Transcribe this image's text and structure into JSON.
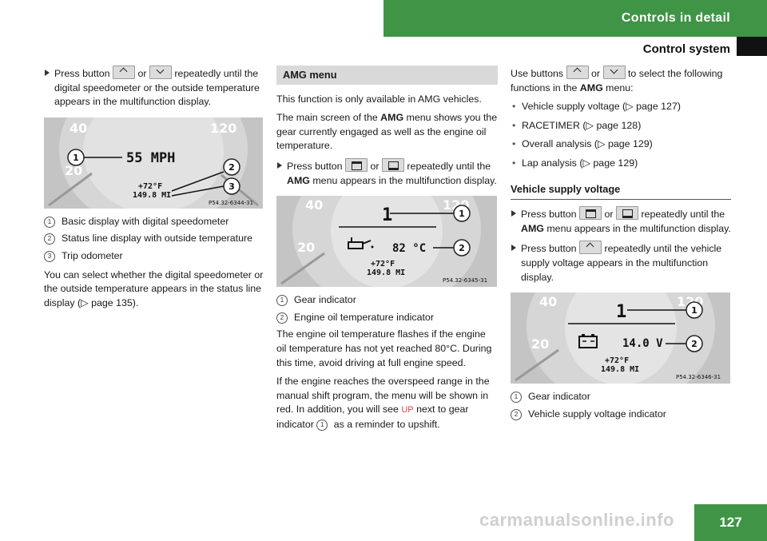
{
  "header": {
    "section": "Controls in detail",
    "subsection": "Control system"
  },
  "page_number": "127",
  "watermark": "carmanualsonline.info",
  "col1": {
    "step1_pre": "Press button",
    "or": "or",
    "step1_post": "repeatedly until the digital speedometer or the outside temperature appears in the multifunction display.",
    "figure": {
      "speed": "55 MPH",
      "temp": "+72°F",
      "odo": "149.8 MI",
      "code": "P54.32-6344-31",
      "dial_40": "40",
      "dial_20": "20",
      "dial_120": "120",
      "callout1": "1",
      "callout2": "2",
      "callout3": "3"
    },
    "legend": [
      {
        "n": "1",
        "text": "Basic display with digital speedometer"
      },
      {
        "n": "2",
        "text": "Status line display with outside temperature"
      },
      {
        "n": "3",
        "text": "Trip odometer"
      }
    ],
    "para": "You can select whether the digital speedometer or the outside temperature appears in the status line display (▷ page 135)."
  },
  "col2": {
    "section_title": "AMG menu",
    "p1": "This function is only available in AMG vehicles.",
    "p2_a": "The main screen of the ",
    "amg": "AMG",
    "p2_b": " menu shows you the gear currently engaged as well as the engine oil temperature.",
    "step_pre": "Press button",
    "or": "or",
    "step_mid": "repeatedly until the ",
    "step_post": " menu appears in the multifunction display.",
    "figure": {
      "gear": "1",
      "oil": "82 °C",
      "temp": "+72°F",
      "odo": "149.8 MI",
      "code": "P54.32-6345-31",
      "dial_40": "40",
      "dial_20": "20",
      "dial_120": "120",
      "callout1": "1",
      "callout2": "2"
    },
    "legend": [
      {
        "n": "1",
        "text": "Gear indicator"
      },
      {
        "n": "2",
        "text": "Engine oil temperature indicator"
      }
    ],
    "p3": "The engine oil temperature flashes if the engine oil temperature has not yet reached 80°C. During this time, avoid driving at full engine speed.",
    "p4_a": "If the engine reaches the overspeed range in the manual shift program, the menu will be shown in red. In addition, you will see ",
    "up": "UP",
    "p4_b": " next to gear indicator ",
    "p4_n": "1",
    "p4_c": " as a reminder to upshift."
  },
  "col3": {
    "intro_a": "Use buttons",
    "or": "or",
    "intro_b": "to select the following functions in the ",
    "amg": "AMG",
    "intro_c": " menu:",
    "bullets": [
      "Vehicle supply voltage (▷ page 127)",
      "RACETIMER (▷ page 128)",
      "Overall analysis (▷ page 129)",
      "Lap analysis (▷ page 129)"
    ],
    "subhead": "Vehicle supply voltage",
    "step1_pre": "Press button",
    "step1_mid": "repeatedly until the ",
    "step1_post": " menu appears in the multifunction display.",
    "step2_pre": "Press button",
    "step2_post": "repeatedly until the vehicle supply voltage appears in the multifunction display.",
    "figure": {
      "gear": "1",
      "volt": "14.0 V",
      "temp": "+72°F",
      "odo": "149.8 MI",
      "code": "P54.32-6346-31",
      "dial_40": "40",
      "dial_20": "20",
      "dial_120": "120",
      "callout1": "1",
      "callout2": "2"
    },
    "legend": [
      {
        "n": "1",
        "text": "Gear indicator"
      },
      {
        "n": "2",
        "text": "Vehicle supply voltage indicator"
      }
    ]
  }
}
